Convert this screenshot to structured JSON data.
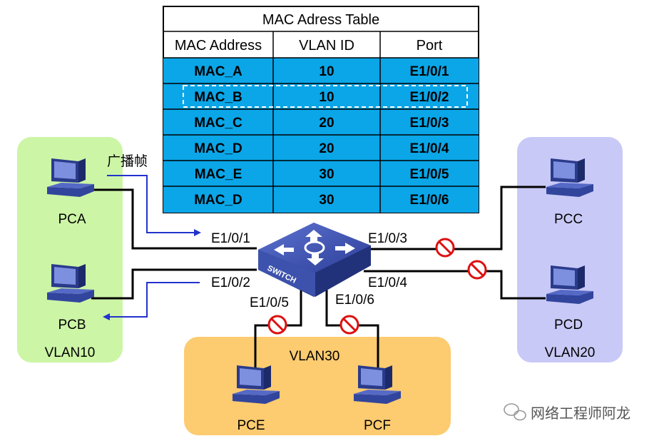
{
  "table": {
    "title": "MAC Adress Table",
    "headers": [
      "MAC Address",
      "VLAN ID",
      "Port"
    ],
    "rows": [
      [
        "MAC_A",
        "10",
        "E1/0/1"
      ],
      [
        "MAC_B",
        "10",
        "E1/0/2"
      ],
      [
        "MAC_C",
        "20",
        "E1/0/3"
      ],
      [
        "MAC_D",
        "20",
        "E1/0/4"
      ],
      [
        "MAC_E",
        "30",
        "E1/0/5"
      ],
      [
        "MAC_D",
        "30",
        "E1/0/6"
      ]
    ],
    "highlighted_row": 1,
    "row_color": "#0aa6e8"
  },
  "hosts": {
    "pca": "PCA",
    "pcb": "PCB",
    "pcc": "PCC",
    "pcd": "PCD",
    "pce": "PCE",
    "pcf": "PCF"
  },
  "vlans": {
    "vlan10": {
      "label": "VLAN10",
      "color": "#ccf5a6"
    },
    "vlan20": {
      "label": "VLAN20",
      "color": "#c9c9f7"
    },
    "vlan30": {
      "label": "VLAN30",
      "color": "#fdcb70"
    }
  },
  "ports": {
    "p1": "E1/0/1",
    "p2": "E1/0/2",
    "p3": "E1/0/3",
    "p4": "E1/0/4",
    "p5": "E1/0/5",
    "p6": "E1/0/6"
  },
  "switch_label": "SWITCH",
  "broadcast_label": "广播帧",
  "watermark": "网络工程师阿龙",
  "colors": {
    "arrow": "#2233cc",
    "block": "#dd1111",
    "switch": "#3b4fa8"
  }
}
